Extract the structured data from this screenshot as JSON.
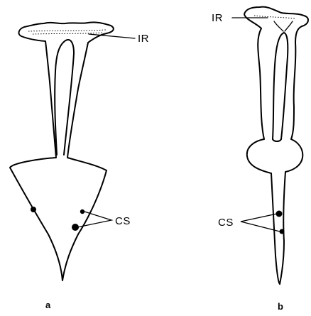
{
  "labels": {
    "ir": "IR",
    "cs": "CS",
    "panel_a": "a",
    "panel_b": "b"
  }
}
